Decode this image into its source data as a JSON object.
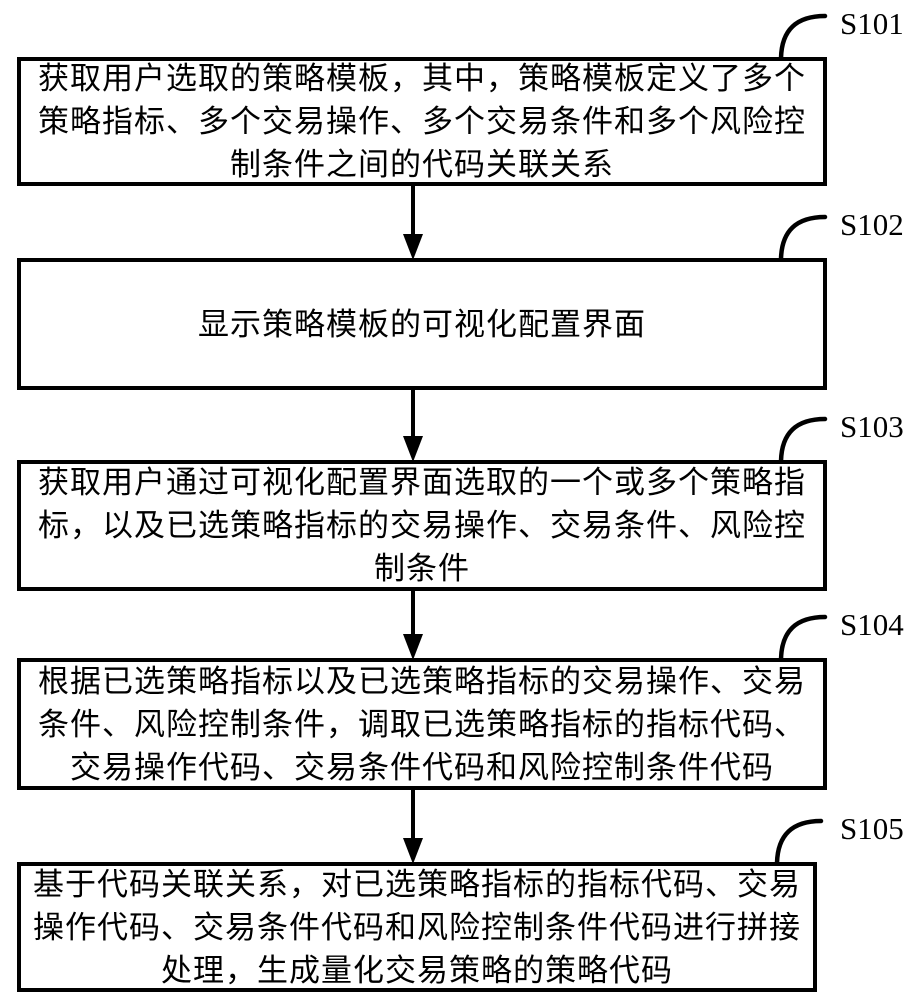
{
  "figure": {
    "background_color": "#ffffff",
    "line_color": "#000000",
    "type": "flowchart"
  },
  "steps": [
    {
      "label": "S101",
      "text": "获取用户选取的策略模板，其中，策略模板定义了多个\n策略指标、多个交易操作、多个交易条件和多个风险控\n制条件之间的代码关联关系"
    },
    {
      "label": "S102",
      "text": "显示策略模板的可视化配置界面"
    },
    {
      "label": "S103",
      "text": "获取用户通过可视化配置界面选取的一个或多个策略指\n标，以及已选策略指标的交易操作、交易条件、风险控\n制条件"
    },
    {
      "label": "S104",
      "text": "根据已选策略指标以及已选策略指标的交易操作、交易\n条件、风险控制条件，调取已选策略指标的指标代码、\n交易操作代码、交易条件代码和风险控制条件代码"
    },
    {
      "label": "S105",
      "text": "基于代码关联关系，对已选策略指标的指标代码、交易\n操作代码、交易条件代码和风险控制条件代码进行拼接\n处理，生成量化交易策略的策略代码"
    }
  ]
}
